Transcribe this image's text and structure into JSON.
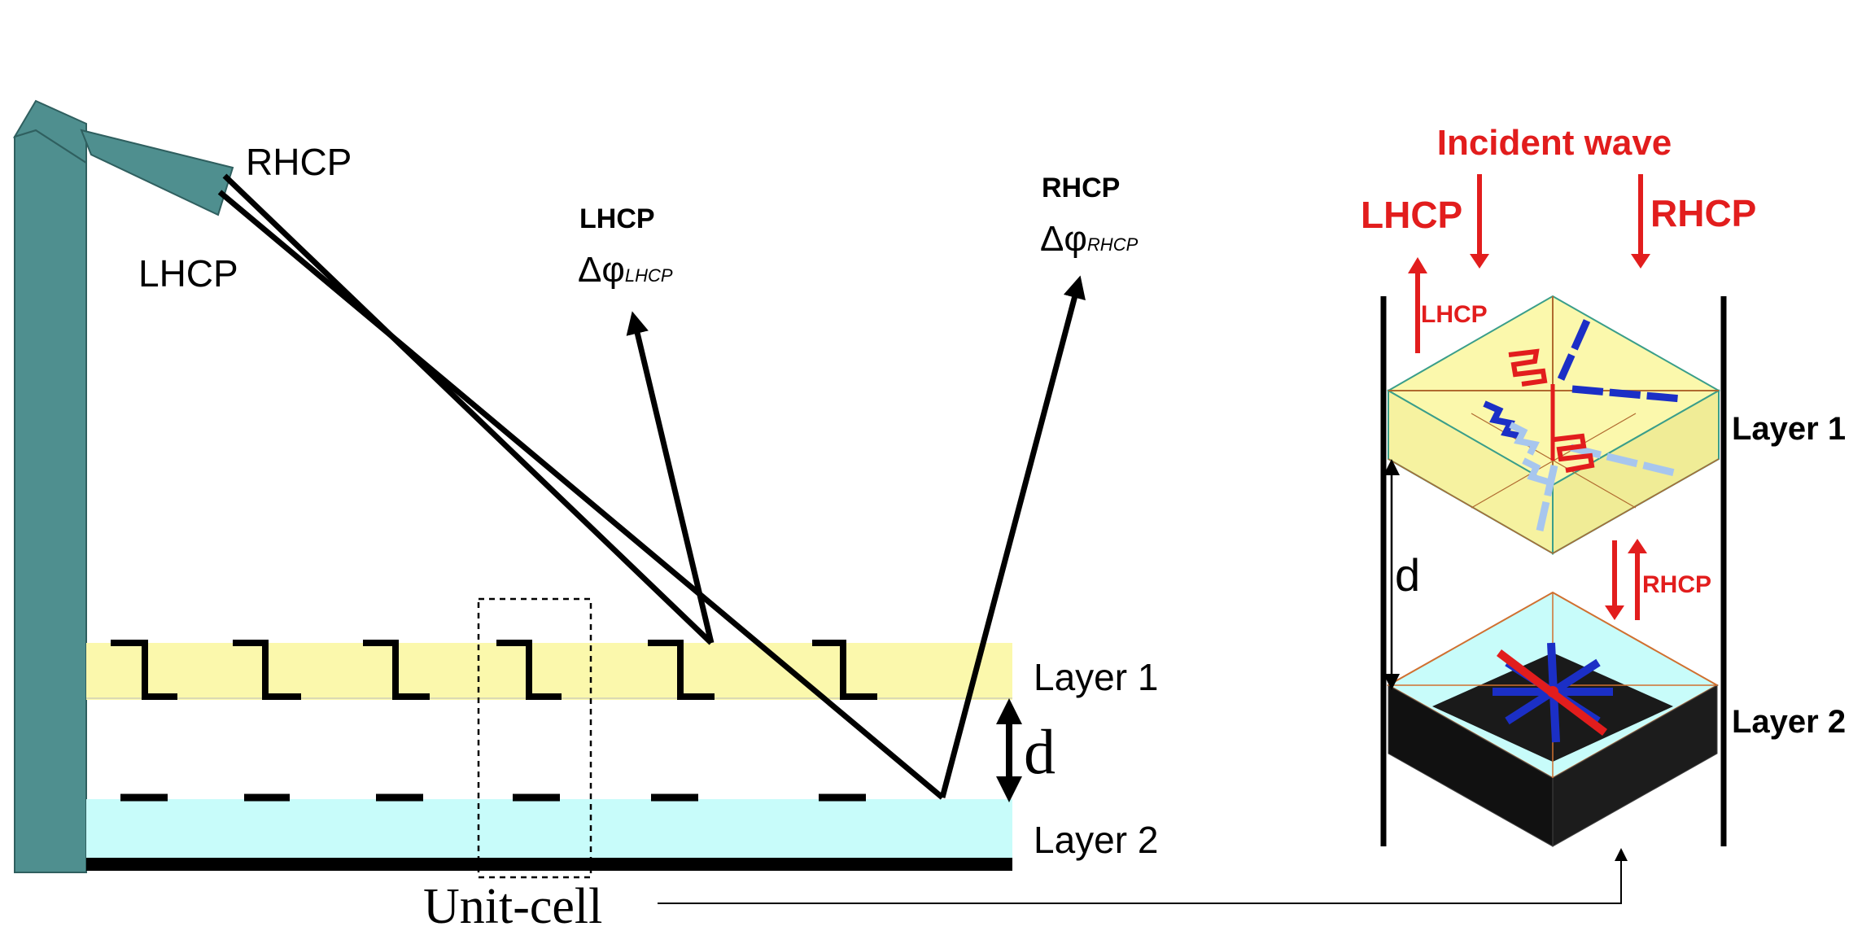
{
  "left_panel": {
    "rhcp_source": "RHCP",
    "lhcp_source": "LHCP",
    "lhcp_reflected": "LHCP",
    "lhcp_phase": "Δφ",
    "lhcp_phase_sub": "LHCP",
    "rhcp_reflected": "RHCP",
    "rhcp_phase": "Δφ",
    "rhcp_phase_sub": "RHCP",
    "layer1": "Layer 1",
    "layer2": "Layer 2",
    "d": "d",
    "unit_cell": "Unit-cell"
  },
  "right_panel": {
    "incident": "Incident wave",
    "lhcp_in": "LHCP",
    "rhcp_in": "RHCP",
    "lhcp_out": "LHCP",
    "rhcp_out": "RHCP",
    "d": "d",
    "layer1": "Layer 1",
    "layer2": "Layer 2"
  },
  "colors": {
    "post": "#4f8f8f",
    "layer1": "#fbf8ac",
    "layer2": "#c8fcfa",
    "arrow_red": "#e21d1d",
    "ground": "#000000",
    "dipole_blue": "#1b2fc6",
    "dipole_light": "#a7c6ee"
  }
}
